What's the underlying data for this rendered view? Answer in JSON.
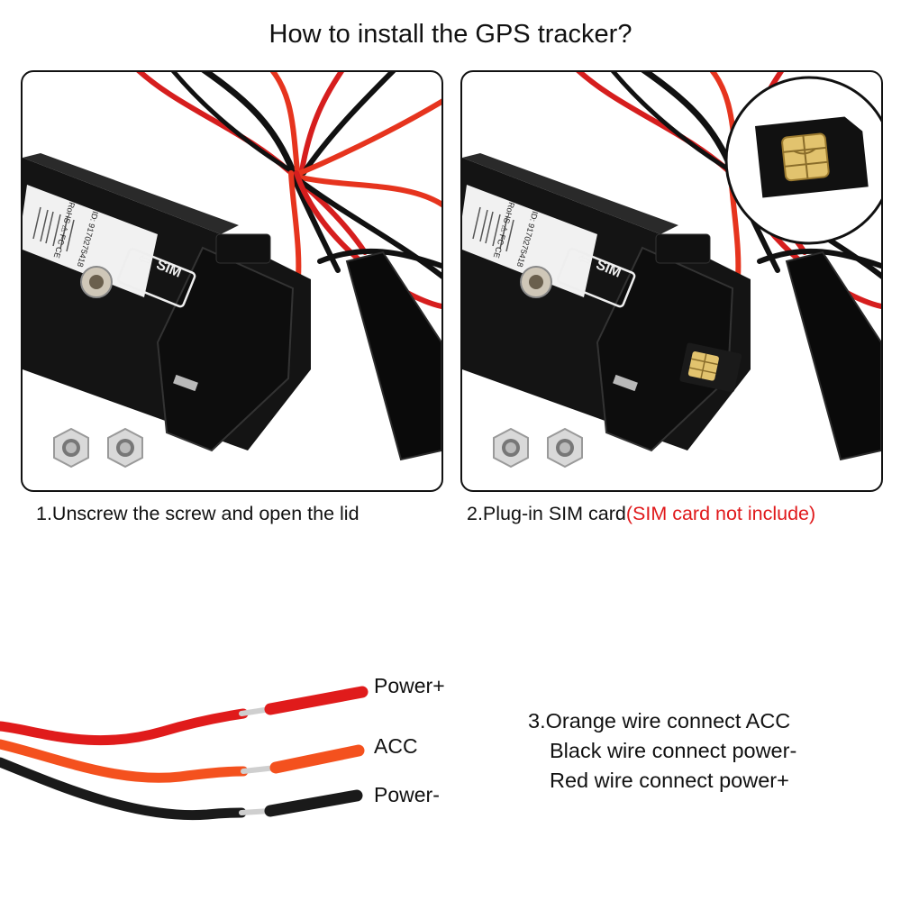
{
  "title": "How to install the GPS tracker?",
  "steps": [
    {
      "caption": "1.Unscrew the screw and open the lid",
      "device_label": {
        "sim": "SIM",
        "cert": "RoHS  ⚠  FC  CE",
        "id": "ID: 9170275418"
      }
    },
    {
      "caption": "2.Plug-in SIM card",
      "note": "(SIM card not include)",
      "device_label": {
        "sim": "SIM",
        "cert": "RoHS  ⚠  FC  CE",
        "id": "ID: 9170275418"
      }
    }
  ],
  "wires": {
    "labels": {
      "red": "Power+",
      "orange": "ACC",
      "black": "Power-"
    },
    "colors": {
      "red": "#e01b1b",
      "orange": "#f4511e",
      "black": "#1a1a1a"
    }
  },
  "instructions": [
    "3.Orange wire connect ACC",
    "Black wire connect power-",
    "Red wire connect power+"
  ],
  "icons": [
    "sim-card-icon",
    "hex-nut-icon",
    "screw-icon",
    "arrow-left-icon"
  ]
}
